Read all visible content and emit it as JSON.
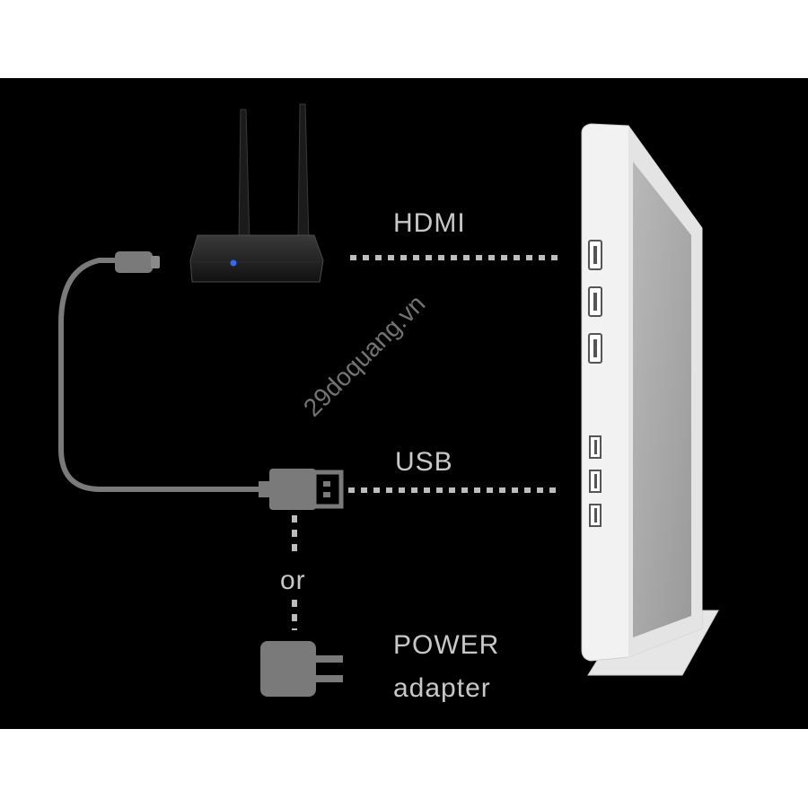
{
  "labels": {
    "hdmi": "HDMI",
    "usb": "USB",
    "or": "or",
    "power_line1": "POWER",
    "power_line2": "adapter"
  },
  "watermark": "29doquang.vn",
  "colors": {
    "background": "#000000",
    "frame": "#ffffff",
    "cable": "#7a7a7a",
    "dotted": "#bdbdbd",
    "text": "#c8c8c8",
    "led": "#2f6bff",
    "monitor": "#f2f2f2"
  }
}
